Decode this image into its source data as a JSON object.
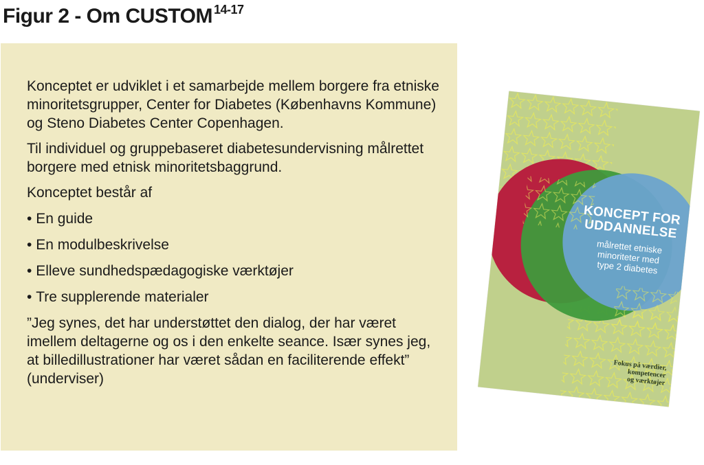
{
  "figure": {
    "title": "Figur 2 - Om CUSTOM",
    "superscript": "14-17"
  },
  "panel": {
    "background": "#f0eac4",
    "paragraph_1": "Konceptet er udviklet i et samarbejde mellem borgere fra etniske minoritetsgrupper, Center for Diabetes (Københavns Kommune) og Steno Diabetes Center Copenhagen.",
    "paragraph_2": "Til individuel og gruppebaseret diabetesundervisning målrettet borgere med etnisk minoritetsbaggrund.",
    "list_intro": "Konceptet består af",
    "list_items": [
      "En guide",
      "En modulbeskrivelse",
      "Elleve sundhedspædagogiske værktøjer",
      "Tre supplerende materialer"
    ],
    "quote": "”Jeg synes, det har understøttet den dialog, der har været imellem deltagerne og os i den enkelte seance. Især synes jeg, at billedillustrationer har været sådan en faciliterende effekt” (underviser)"
  },
  "cover": {
    "title_line_1": "KONCEPT FOR",
    "title_line_2": "UDDANNELSE",
    "subtitle_line_1": "målrettet etniske",
    "subtitle_line_2": "minoriteter med",
    "subtitle_line_3": "type 2 diabetes",
    "footer_line_1": "Fokus på værdier,",
    "footer_line_2": "kompetencer",
    "footer_line_3": "og værktøjer",
    "colors": {
      "background": "#c0d08c",
      "red_circle": "#b8213f",
      "green_circle": "#3f9a3c",
      "blue_circle": "#6ba3cf",
      "pattern": "#e6e85a"
    }
  }
}
